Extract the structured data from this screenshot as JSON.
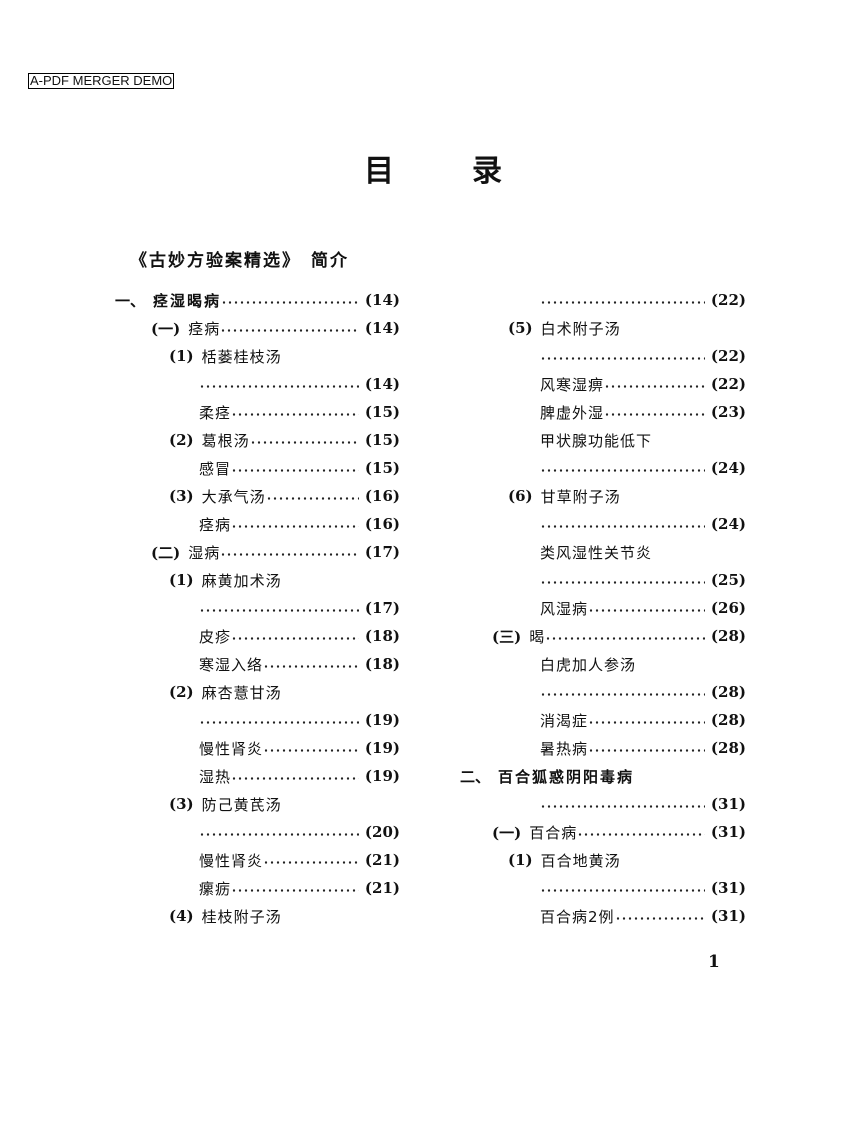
{
  "watermark": "A-PDF MERGER DEMO",
  "title": {
    "char1": "目",
    "char2": "录"
  },
  "intro": {
    "title": "《古妙方验案精选》",
    "suffix": "简介"
  },
  "left_column": [
    {
      "marker": "一、",
      "label": "痉湿暍病",
      "page": "(14)",
      "level": 0,
      "heading": true
    },
    {
      "marker": "(一)",
      "label": "痉病",
      "page": "(14)",
      "level": 1
    },
    {
      "marker": "(1)",
      "label": "栝蒌桂枝汤",
      "page": "",
      "level": 2
    },
    {
      "marker": "",
      "label": "",
      "page": "(14)",
      "level": 3
    },
    {
      "marker": "",
      "label": "柔痉",
      "page": "(15)",
      "level": 3
    },
    {
      "marker": "(2)",
      "label": "葛根汤",
      "page": "(15)",
      "level": 2
    },
    {
      "marker": "",
      "label": "感冒",
      "page": "(15)",
      "level": 3
    },
    {
      "marker": "(3)",
      "label": "大承气汤",
      "page": "(16)",
      "level": 2
    },
    {
      "marker": "",
      "label": "痉病",
      "page": "(16)",
      "level": 3
    },
    {
      "marker": "(二)",
      "label": "湿病",
      "page": "(17)",
      "level": 1
    },
    {
      "marker": "(1)",
      "label": "麻黄加术汤",
      "page": "",
      "level": 2
    },
    {
      "marker": "",
      "label": "",
      "page": "(17)",
      "level": 3
    },
    {
      "marker": "",
      "label": "皮疹",
      "page": "(18)",
      "level": 3
    },
    {
      "marker": "",
      "label": "寒湿入络",
      "page": "(18)",
      "level": 3
    },
    {
      "marker": "(2)",
      "label": "麻杏薏甘汤",
      "page": "",
      "level": 2
    },
    {
      "marker": "",
      "label": "",
      "page": "(19)",
      "level": 3
    },
    {
      "marker": "",
      "label": "慢性肾炎",
      "page": "(19)",
      "level": 3
    },
    {
      "marker": "",
      "label": "湿热",
      "page": "(19)",
      "level": 3
    },
    {
      "marker": "(3)",
      "label": "防己黄芪汤",
      "page": "",
      "level": 2
    },
    {
      "marker": "",
      "label": "",
      "page": "(20)",
      "level": 3
    },
    {
      "marker": "",
      "label": "慢性肾炎",
      "page": "(21)",
      "level": 3
    },
    {
      "marker": "",
      "label": "瘰疬",
      "page": "(21)",
      "level": 3
    },
    {
      "marker": "(4)",
      "label": "桂枝附子汤",
      "page": "",
      "level": 2
    }
  ],
  "right_column": [
    {
      "marker": "",
      "label": "",
      "page": "(22)",
      "level": 3
    },
    {
      "marker": "(5)",
      "label": "白术附子汤",
      "page": "",
      "level": 2
    },
    {
      "marker": "",
      "label": "",
      "page": "(22)",
      "level": 3
    },
    {
      "marker": "",
      "label": "风寒湿痹",
      "page": "(22)",
      "level": 3
    },
    {
      "marker": "",
      "label": "脾虚外湿",
      "page": "(23)",
      "level": 3
    },
    {
      "marker": "",
      "label": "甲状腺功能低下",
      "page": "",
      "level": 3
    },
    {
      "marker": "",
      "label": "",
      "page": "(24)",
      "level": 3
    },
    {
      "marker": "(6)",
      "label": "甘草附子汤",
      "page": "",
      "level": 2
    },
    {
      "marker": "",
      "label": "",
      "page": "(24)",
      "level": 3
    },
    {
      "marker": "",
      "label": "类风湿性关节炎",
      "page": "",
      "level": 3
    },
    {
      "marker": "",
      "label": "",
      "page": "(25)",
      "level": 3
    },
    {
      "marker": "",
      "label": "风湿病",
      "page": "(26)",
      "level": 3
    },
    {
      "marker": "(三)",
      "label": "暍",
      "page": "(28)",
      "level": 1
    },
    {
      "marker": "",
      "label": "白虎加人参汤",
      "page": "",
      "level": 3
    },
    {
      "marker": "",
      "label": "",
      "page": "(28)",
      "level": 3
    },
    {
      "marker": "",
      "label": "消渴症",
      "page": "(28)",
      "level": 3
    },
    {
      "marker": "",
      "label": "暑热病",
      "page": "(28)",
      "level": 3
    },
    {
      "marker": "二、",
      "label": "百合狐惑阴阳毒病",
      "page": "",
      "level": 0,
      "heading": true
    },
    {
      "marker": "",
      "label": "",
      "page": "(31)",
      "level": 3
    },
    {
      "marker": "(一)",
      "label": "百合病",
      "page": "(31)",
      "level": 1
    },
    {
      "marker": "(1)",
      "label": "百合地黄汤",
      "page": "",
      "level": 2
    },
    {
      "marker": "",
      "label": "",
      "page": "(31)",
      "level": 3
    },
    {
      "marker": "",
      "label": "百合病2例",
      "page": "(31)",
      "level": 3
    }
  ],
  "page_number": "1"
}
